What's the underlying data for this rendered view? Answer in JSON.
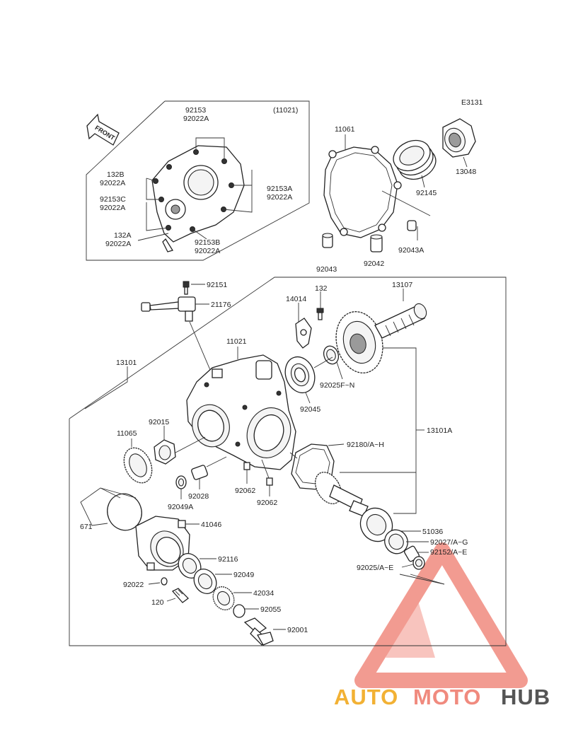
{
  "diagram_code": "E3131",
  "front_marker": "FRONT",
  "inset_ref": "(11021)",
  "labels": {
    "l92153_top": "92153",
    "l92022A_top": "92022A",
    "l132B": "132B",
    "l92022A_132B": "92022A",
    "l92153C": "92153C",
    "l92022A_153C": "92022A",
    "l132A": "132A",
    "l92022A_132A": "92022A",
    "l92153A": "92153A",
    "l92022A_153A": "92022A",
    "l92153B": "92153B",
    "l92022A_153B": "92022A",
    "l11061": "11061",
    "l13048": "13048",
    "l92145": "92145",
    "l92043A": "92043A",
    "l92043": "92043",
    "l92042": "92042",
    "l92151": "92151",
    "l21176": "21176",
    "l14014": "14014",
    "l132": "132",
    "l13107": "13107",
    "l11021": "11021",
    "l13101": "13101",
    "l92025FN": "92025F~N",
    "l92045": "92045",
    "l92015": "92015",
    "l11065": "11065",
    "l13101A": "13101A",
    "l92180": "92180/A~H",
    "l92028": "92028",
    "l92062a": "92062",
    "l92062b": "92062",
    "l92049A": "92049A",
    "l671": "671",
    "l41046": "41046",
    "l51036": "51036",
    "l92027": "92027/A~G",
    "l92152": "92152/A~E",
    "l92116": "92116",
    "l92025AE": "92025/A~E",
    "l92049": "92049",
    "l92022": "92022",
    "l42034": "42034",
    "l120": "120",
    "l92055": "92055",
    "l92001": "92001"
  },
  "watermark": {
    "part_auto": "AUTO",
    "part_moto": "MOTO",
    "part_hub": "HUB",
    "color_auto": "#f2b134",
    "color_moto": "#f08a7e",
    "color_hub": "#555555",
    "color_logo": "#f08a7e"
  }
}
